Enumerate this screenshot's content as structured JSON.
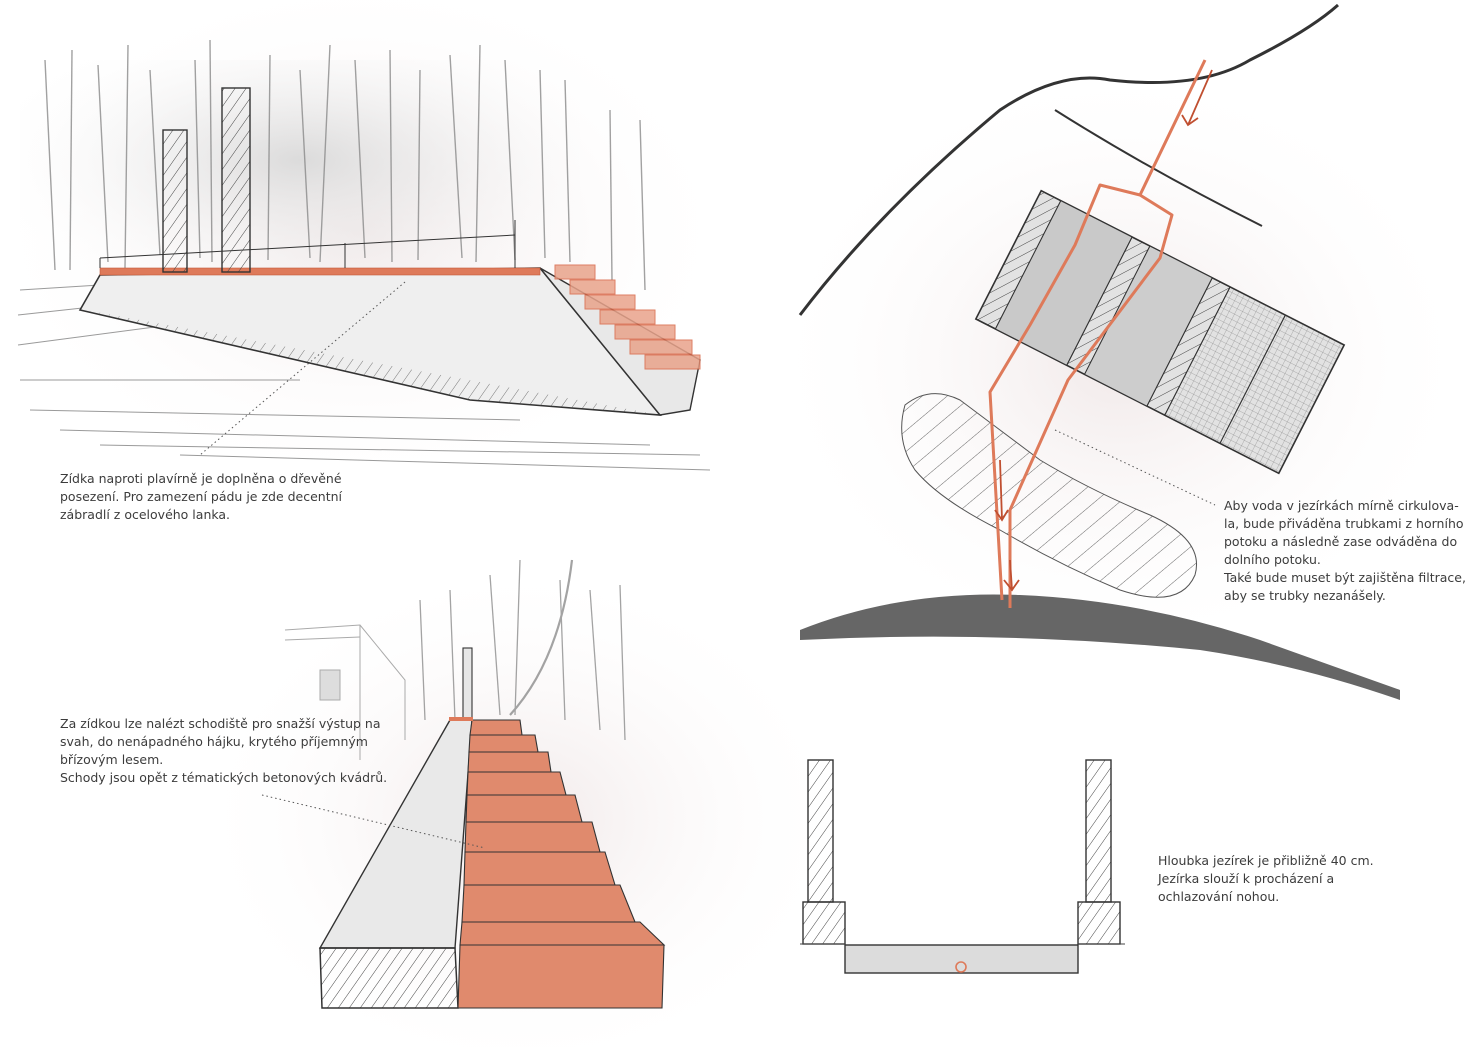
{
  "colors": {
    "accent_orange": "#de7a5a",
    "concrete_gray": "#cfcfcf",
    "pencil_line": "#3a3a3a",
    "ground_dark": "#555555",
    "paper_tint": "#f4eeee"
  },
  "captions": {
    "wall_seating": [
      "Zídka naproti plavírně je doplněna o dřevěné",
      "posezení. Pro zamezení pádu je zde decentní",
      "zábradlí z ocelového lanka."
    ],
    "pipes": [
      "Aby voda v jezírkách mírně cirkulova-",
      "la, bude přiváděna trubkami z horního",
      "potoku a následně zase odváděna do",
      "dolního potoku.",
      "Také bude muset být zajištěna filtrace,",
      "aby se trubky nezanášely."
    ],
    "stairs": [
      "Za zídkou lze nalézt schodiště pro snažší výstup na",
      "svah, do nenápadného hájku, krytého příjemným",
      "břízovým lesem.",
      "Schody jsou opět z tématických betonových kvádrů."
    ],
    "pond_depth": [
      "Hloubka jezírek je přibližně 40 cm.",
      "Jezírka slouží k procházení a",
      "ochlazování nohou."
    ]
  }
}
